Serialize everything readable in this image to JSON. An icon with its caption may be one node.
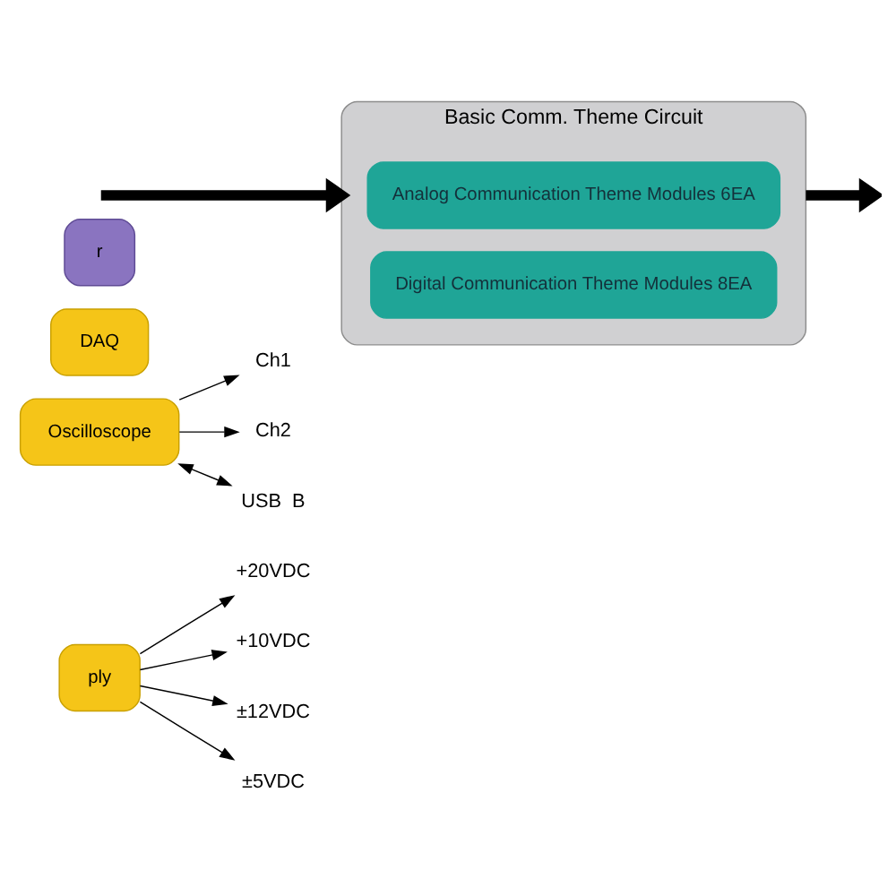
{
  "diagram": {
    "nodes": [
      {
        "text": [
          "ply"
        ]
      },
      {
        "text": [
          "+20VDC"
        ]
      },
      {
        "text": [
          "+10VDC"
        ]
      },
      {
        "text": [
          "±12VDC"
        ]
      },
      {
        "text": [
          "±5VDC"
        ]
      },
      {
        "text": [
          "Oscilloscope"
        ]
      },
      {
        "text": [
          "Ch1"
        ]
      },
      {
        "text": [
          "Ch2"
        ]
      },
      {
        "text": [
          "USB  B"
        ]
      },
      {
        "text": [
          "DAQ"
        ]
      },
      {
        "text": [
          "r"
        ]
      },
      {
        "text": [
          "Basic Comm. Theme Circuit"
        ]
      },
      {
        "text": [
          "Analog Communication Theme Modules 6EA"
        ],
        "in": 11
      },
      {
        "text": [
          "Digital Communication Theme Modules 8EA"
        ],
        "in": 11
      }
    ],
    "edges": [
      {
        "from": 0,
        "to": 1,
        "arrow": "to"
      },
      {
        "from": 0,
        "to": 2,
        "arrow": "to"
      },
      {
        "from": 0,
        "to": 3,
        "arrow": "to"
      },
      {
        "from": 0,
        "to": 4,
        "arrow": "to"
      },
      {
        "from": 5,
        "to": 6,
        "arrow": "to"
      },
      {
        "from": 5,
        "to": 7,
        "arrow": "to"
      },
      {
        "from": 5,
        "to": 8,
        "arrow": "both"
      },
      {
        "from": null,
        "to": 11,
        "arrow": "to",
        "style": "thick"
      },
      {
        "from": 11,
        "to": null,
        "arrow": "to",
        "style": "thick"
      }
    ]
  }
}
